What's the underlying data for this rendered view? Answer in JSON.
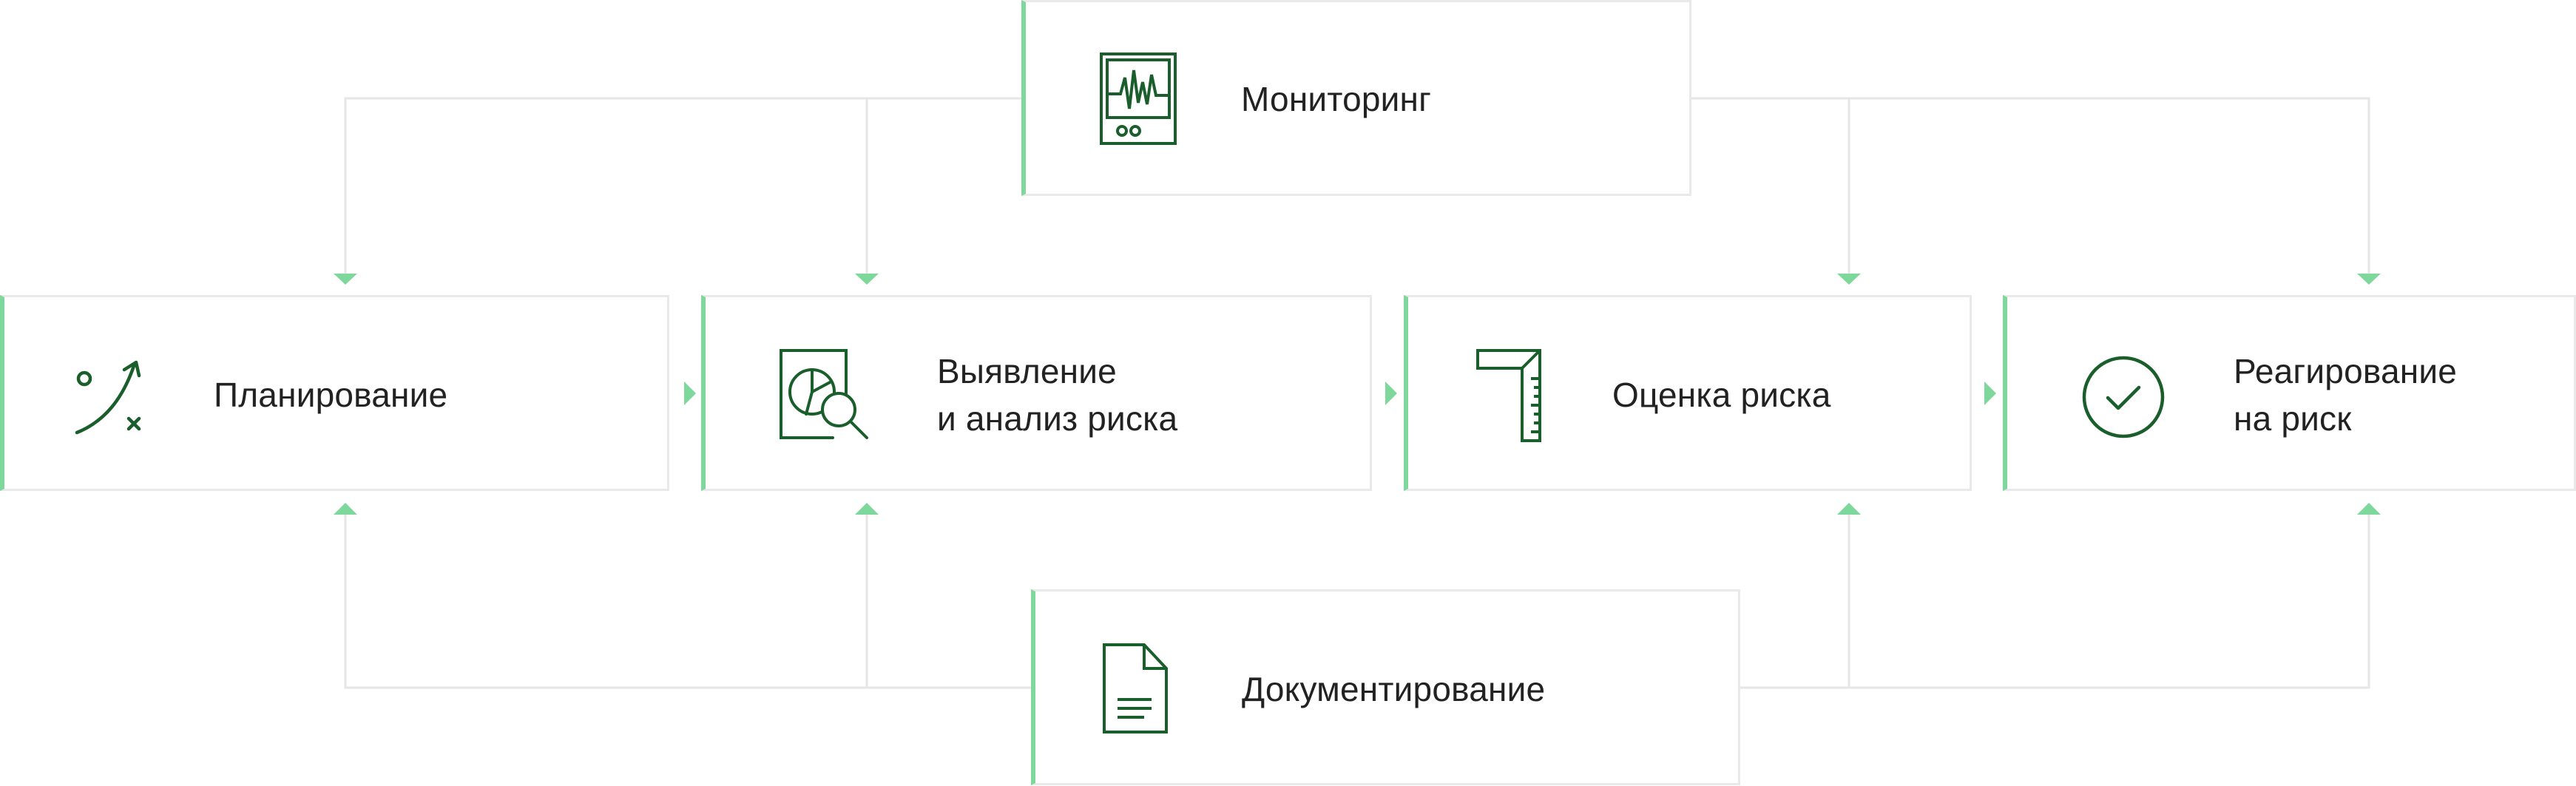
{
  "colors": {
    "accent": "#7fd89b",
    "icon": "#1a5e2c",
    "connector": "#e6e6e6",
    "text": "#222222",
    "card_border": "#e9e9e9"
  },
  "stages": {
    "monitoring": {
      "icon": "monitor-icon",
      "lines": [
        "Мониторинг"
      ]
    },
    "planning": {
      "icon": "strategy-icon",
      "lines": [
        "Планирование"
      ]
    },
    "identification": {
      "icon": "report-search-icon",
      "lines": [
        "Выявление",
        "и анализ риска"
      ]
    },
    "assessment": {
      "icon": "ruler-icon",
      "lines": [
        "Оценка риска"
      ]
    },
    "response": {
      "icon": "check-circle-icon",
      "lines": [
        "Реагирование",
        "на риск"
      ]
    },
    "documentation": {
      "icon": "document-icon",
      "lines": [
        "Документирование"
      ]
    }
  }
}
